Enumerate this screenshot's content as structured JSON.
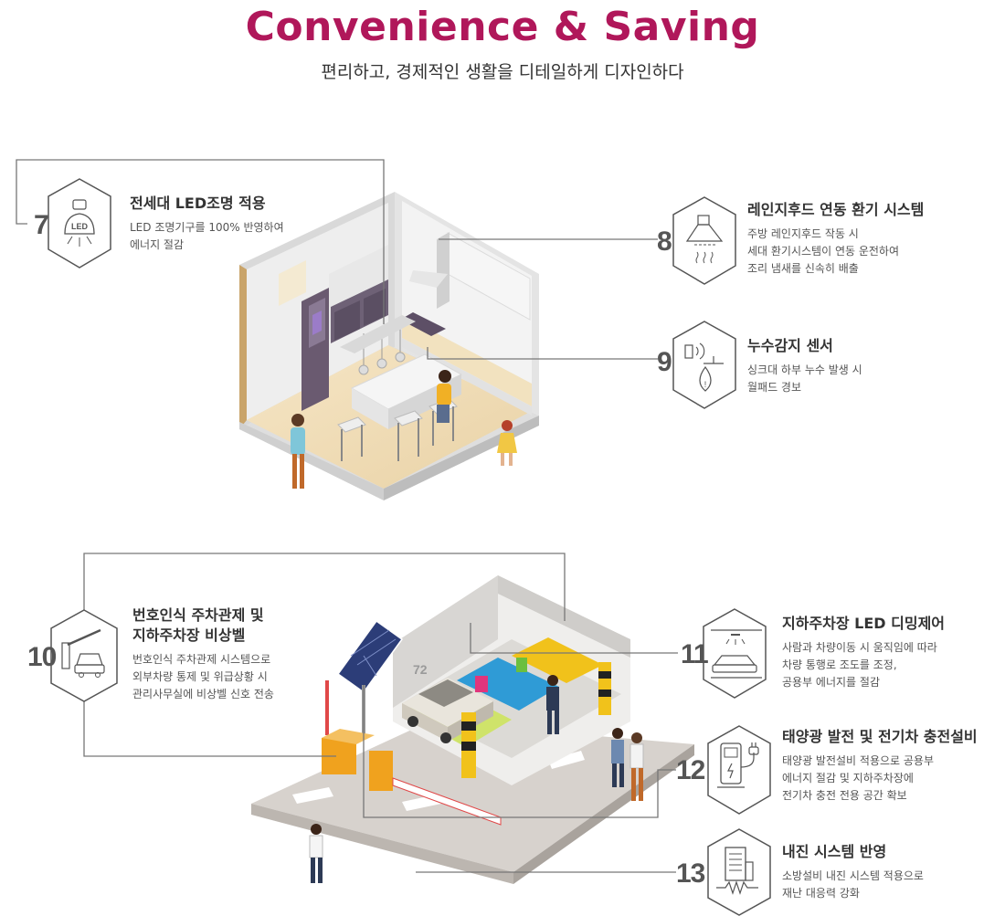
{
  "header": {
    "title": "Convenience & Saving",
    "subtitle": "편리하고, 경제적인 생활을 디테일하게 디자인하다"
  },
  "colors": {
    "accent": "#b0175a",
    "line": "#777777",
    "icon": "#555555"
  },
  "features": [
    {
      "num": "7",
      "icon": "led-bulb-icon",
      "title_lines": [
        "전세대 LED조명 적용"
      ],
      "desc_lines": [
        "LED 조명기구를 100% 반영하여",
        "에너지 절감"
      ],
      "icon_text": "LED"
    },
    {
      "num": "8",
      "icon": "range-hood-icon",
      "title_lines": [
        "레인지후드 연동 환기 시스템"
      ],
      "desc_lines": [
        "주방 레인지후드 작동 시",
        "세대 환기시스템이 연동 운전하여",
        "조리 냄새를 신속히 배출"
      ]
    },
    {
      "num": "9",
      "icon": "leak-sensor-icon",
      "title_lines": [
        "누수감지 센서"
      ],
      "desc_lines": [
        "싱크대 하부 누수 발생 시",
        "월패드 경보"
      ]
    },
    {
      "num": "10",
      "icon": "parking-gate-icon",
      "title_lines": [
        "번호인식 주차관제 및",
        "지하주차장 비상벨"
      ],
      "desc_lines": [
        "번호인식 주차관제 시스템으로",
        "외부차량 통제 및 위급상황 시",
        "관리사무실에 비상벨 신호 전송"
      ]
    },
    {
      "num": "11",
      "icon": "parking-led-icon",
      "title_lines": [
        "지하주차장 LED 디밍제어"
      ],
      "desc_lines": [
        "사람과 차량이동 시 움직임에 따라",
        "차량 통행로 조도를 조정,",
        "공용부 에너지를 절감"
      ]
    },
    {
      "num": "12",
      "icon": "ev-charger-icon",
      "title_lines": [
        "태양광 발전 및 전기차 충전설비"
      ],
      "desc_lines": [
        "태양광 발전설비 적용으로 공용부",
        "에너지 절감 및 지하주차장에",
        "전기차 충전 전용 공간 확보"
      ]
    },
    {
      "num": "13",
      "icon": "seismic-building-icon",
      "title_lines": [
        "내진 시스템 반영"
      ],
      "desc_lines": [
        "소방설비 내진 시스템 적용으로",
        "재난 대응력 강화"
      ]
    }
  ],
  "scene": {
    "parking_number": "72"
  }
}
